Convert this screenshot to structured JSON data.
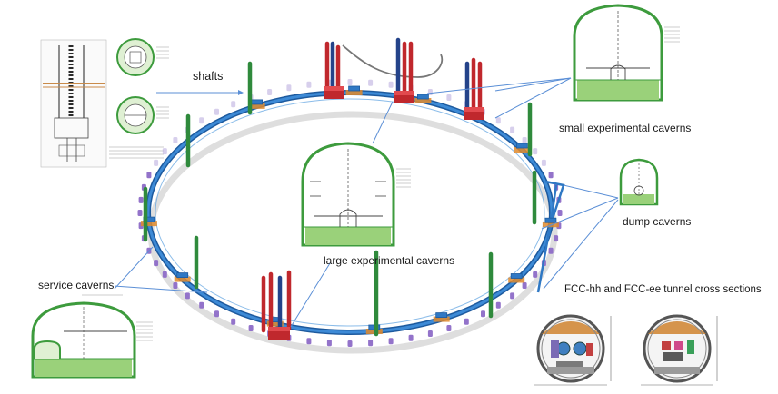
{
  "labels": {
    "shafts": "shafts",
    "small_caverns": "small experimental caverns",
    "dump_caverns": "dump caverns",
    "large_caverns": "large experimental caverns",
    "service_caverns": "service caverns",
    "tunnel_sections": "FCC-hh and FCC-ee tunnel cross sections"
  },
  "colors": {
    "ring": "#2f78c4",
    "ring_dark": "#1d5a9e",
    "shaft_green": "#2f8a3c",
    "shaft_red": "#c0282d",
    "shaft_navy": "#24438a",
    "cavern_green": "#9ad17a",
    "cavern_line": "#3d9b3d",
    "leader": "#5b8fd6",
    "magnet_purple": "#8d6cc7",
    "station_orange": "#e08a2c"
  },
  "icons": {
    "shaft": "vertical-shaft-icon",
    "cavern": "cavern-cross-section-icon"
  }
}
